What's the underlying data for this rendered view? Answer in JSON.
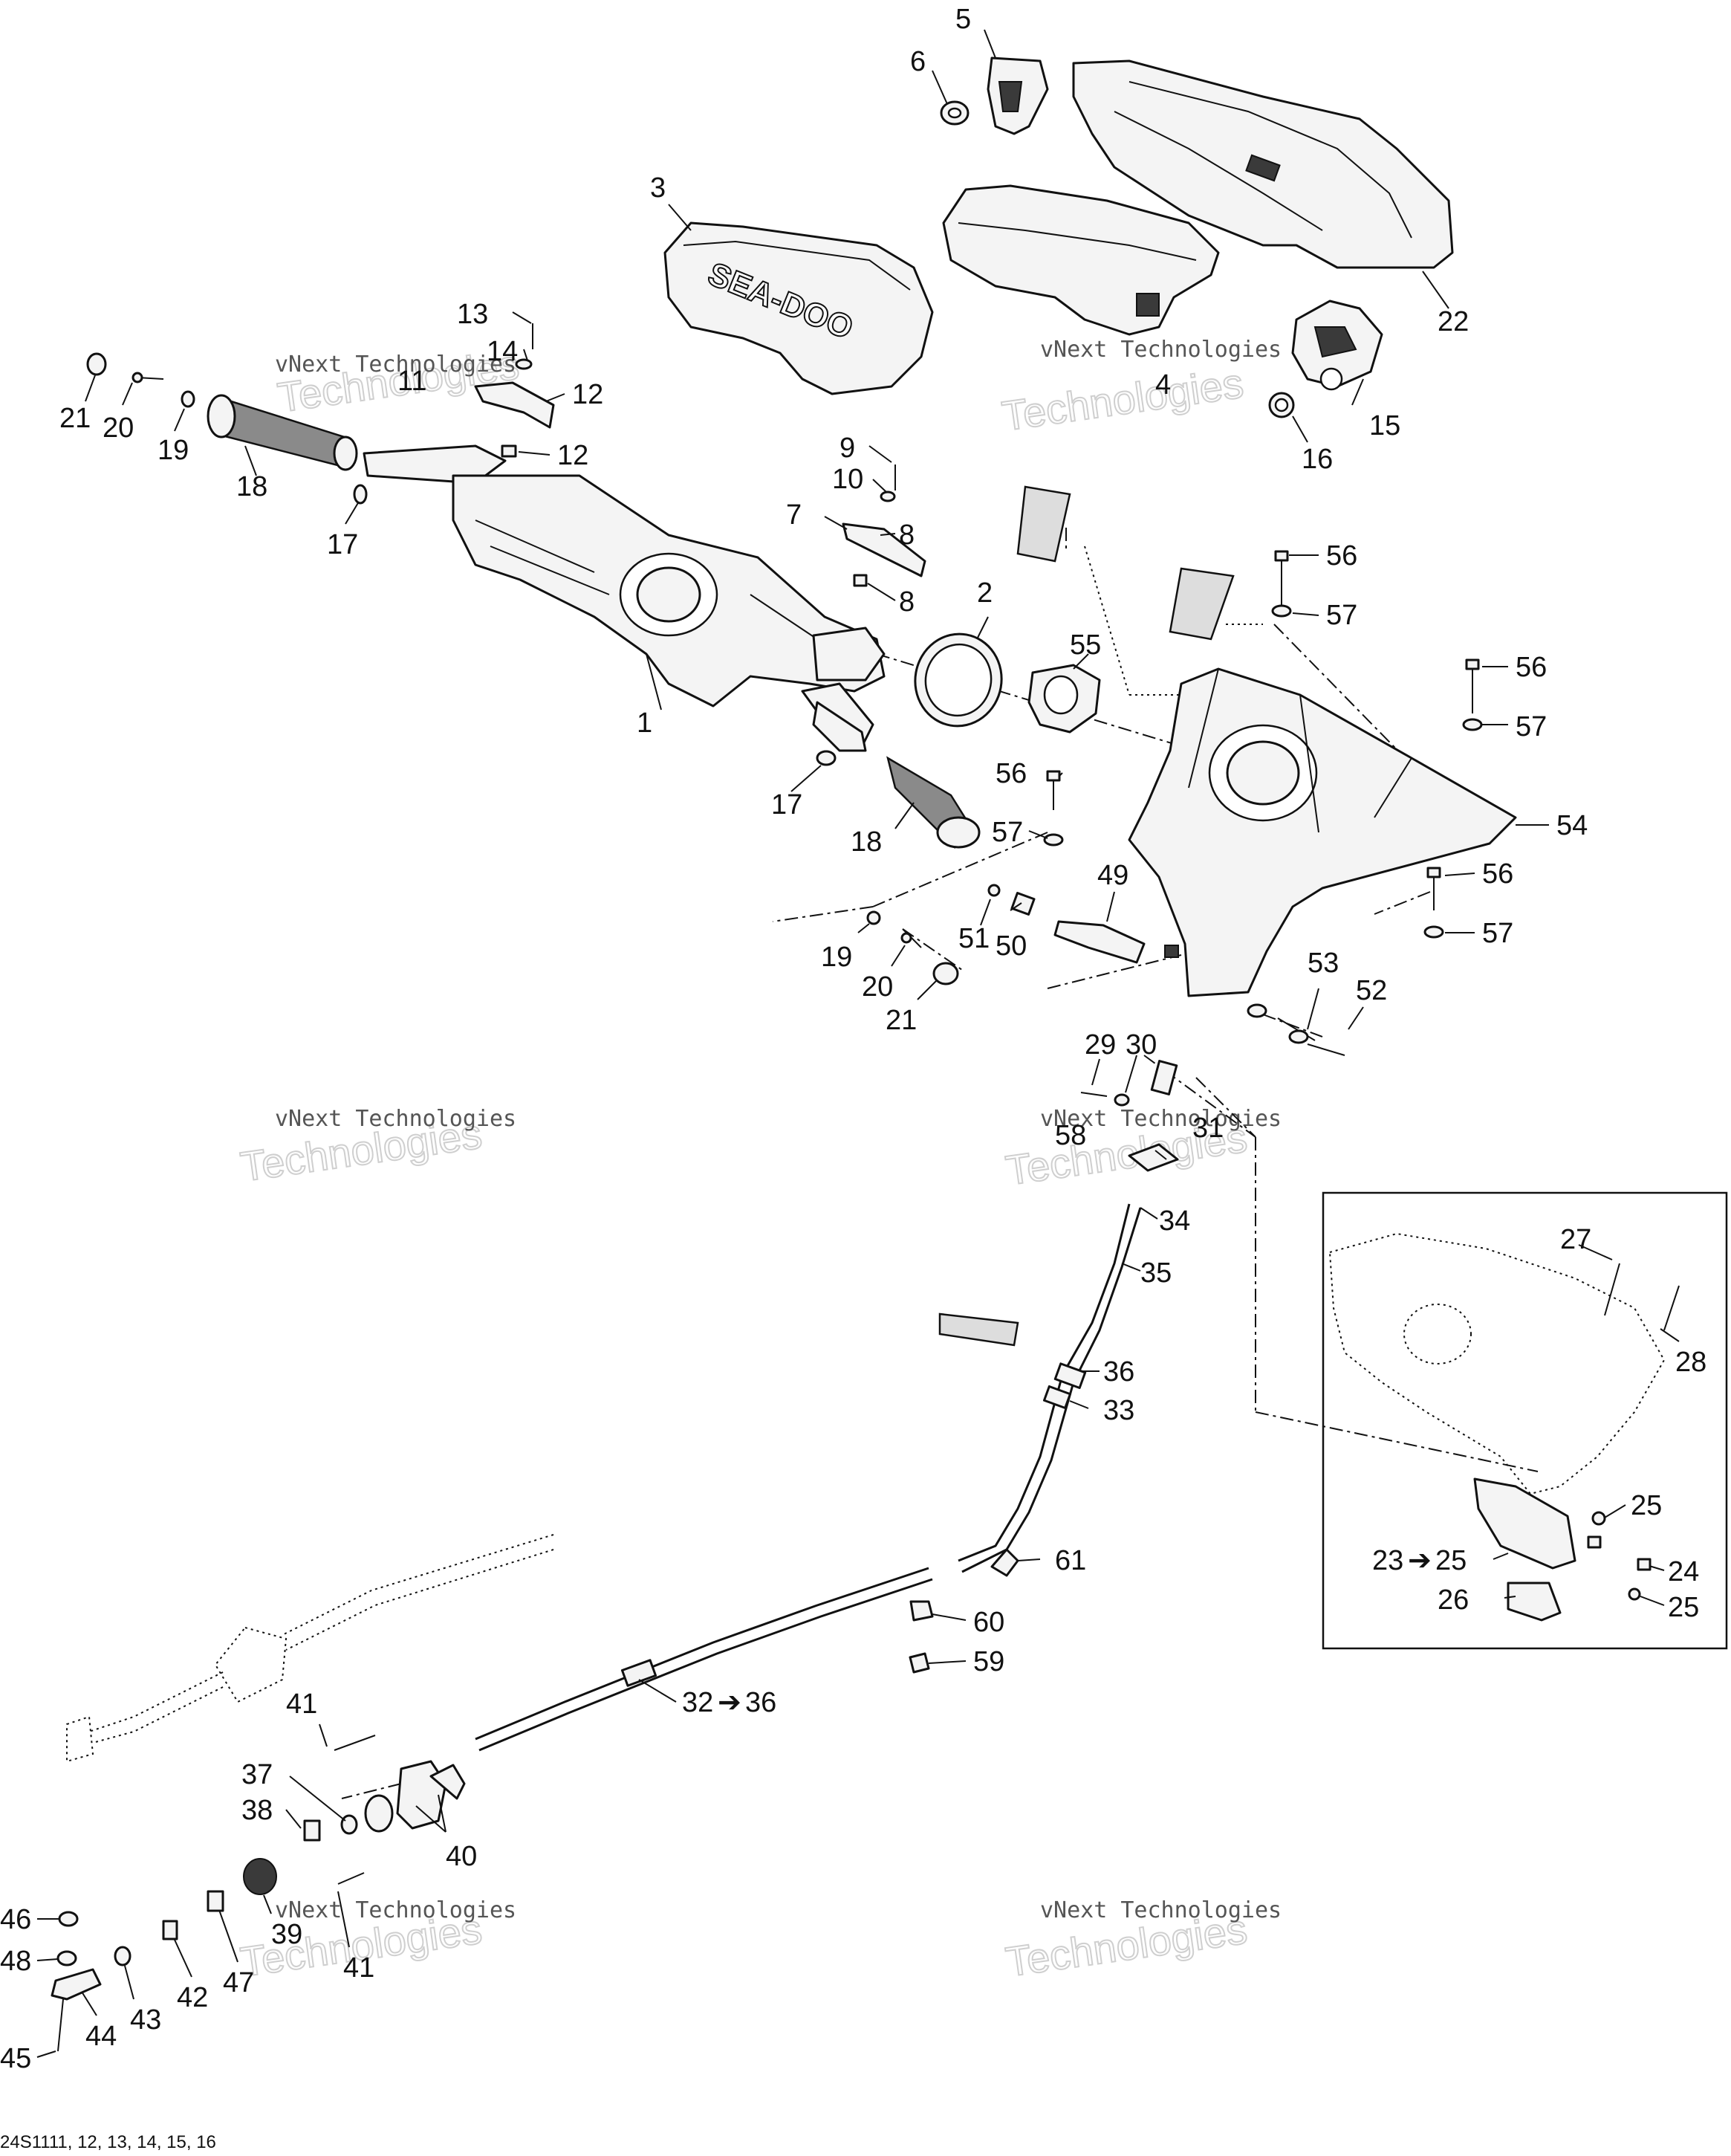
{
  "diagram": {
    "reference_code": "24S1111, 12, 13, 14, 15, 16",
    "watermark_line1": "vNext Technologies",
    "watermark_line2": "Technologies",
    "inset_labels": {
      "l27": "27",
      "l28": "28",
      "l25a": "25",
      "l23": "23",
      "l23arrow": "➔",
      "l23to": "25",
      "l24": "24",
      "l26": "26",
      "l25b": "25"
    },
    "labels": {
      "l1": "1",
      "l2": "2",
      "l3": "3",
      "l4": "4",
      "l5": "5",
      "l6": "6",
      "l7": "7",
      "l8a": "8",
      "l8b": "8",
      "l9": "9",
      "l10": "10",
      "l11": "11",
      "l12a": "12",
      "l12b": "12",
      "l13": "13",
      "l14": "14",
      "l15": "15",
      "l16": "16",
      "l17a": "17",
      "l17b": "17",
      "l18a": "18",
      "l18b": "18",
      "l19a": "19",
      "l19b": "19",
      "l20a": "20",
      "l20b": "20",
      "l21a": "21",
      "l21b": "21",
      "l22": "22",
      "l29": "29",
      "l30": "30",
      "l31": "31",
      "l32": "32",
      "l32arrow": "➔",
      "l32to": "36",
      "l33": "33",
      "l34": "34",
      "l35": "35",
      "l36": "36",
      "l37": "37",
      "l38": "38",
      "l39": "39",
      "l40": "40",
      "l41a": "41",
      "l41b": "41",
      "l42": "42",
      "l43": "43",
      "l44": "44",
      "l45": "45",
      "l46": "46",
      "l47": "47",
      "l48": "48",
      "l49": "49",
      "l50": "50",
      "l51": "51",
      "l52": "52",
      "l53": "53",
      "l54": "54",
      "l55": "55",
      "l56a": "56",
      "l56b": "56",
      "l56c": "56",
      "l56d": "56",
      "l57a": "57",
      "l57b": "57",
      "l57c": "57",
      "l57d": "57",
      "l58": "58",
      "l59": "59",
      "l60": "60",
      "l61": "61"
    }
  }
}
